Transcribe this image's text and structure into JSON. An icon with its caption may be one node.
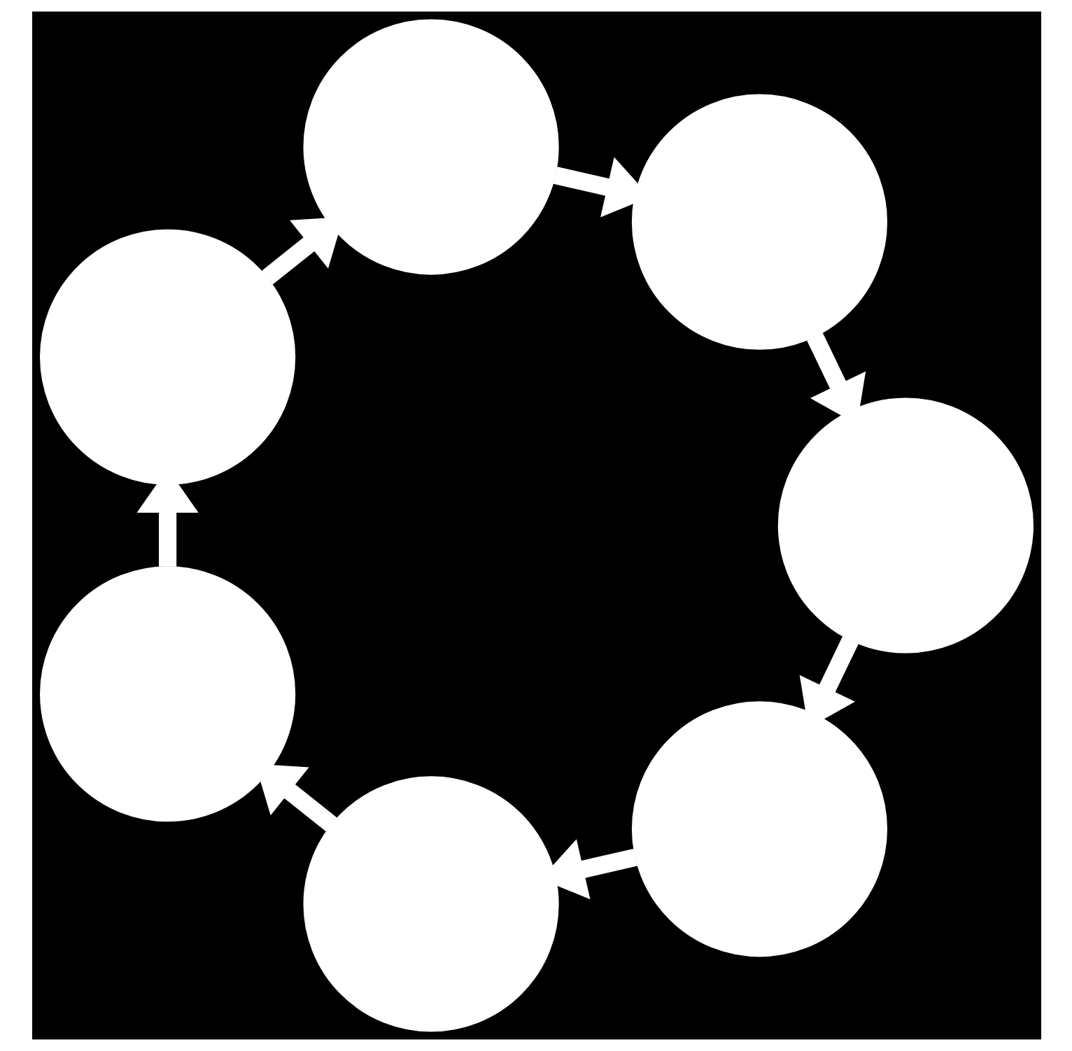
{
  "diagram": {
    "nodes": [
      {
        "text": [],
        "shape": "circle"
      },
      {
        "text": [],
        "shape": "circle"
      },
      {
        "text": [],
        "shape": "circle"
      },
      {
        "text": [],
        "shape": "circle"
      },
      {
        "text": [],
        "shape": "circle"
      },
      {
        "text": [],
        "shape": "circle"
      },
      {
        "text": [],
        "shape": "circle"
      }
    ],
    "edges": [
      {
        "from": 0,
        "to": 2,
        "arrow": "to"
      },
      {
        "from": 2,
        "to": 4,
        "arrow": "to"
      },
      {
        "from": 4,
        "to": 6,
        "arrow": "to"
      },
      {
        "from": 6,
        "to": 5,
        "arrow": "to"
      },
      {
        "from": 5,
        "to": 3,
        "arrow": "to"
      },
      {
        "from": 3,
        "to": 1,
        "arrow": "to"
      },
      {
        "from": 1,
        "to": 0,
        "arrow": "to"
      }
    ]
  }
}
